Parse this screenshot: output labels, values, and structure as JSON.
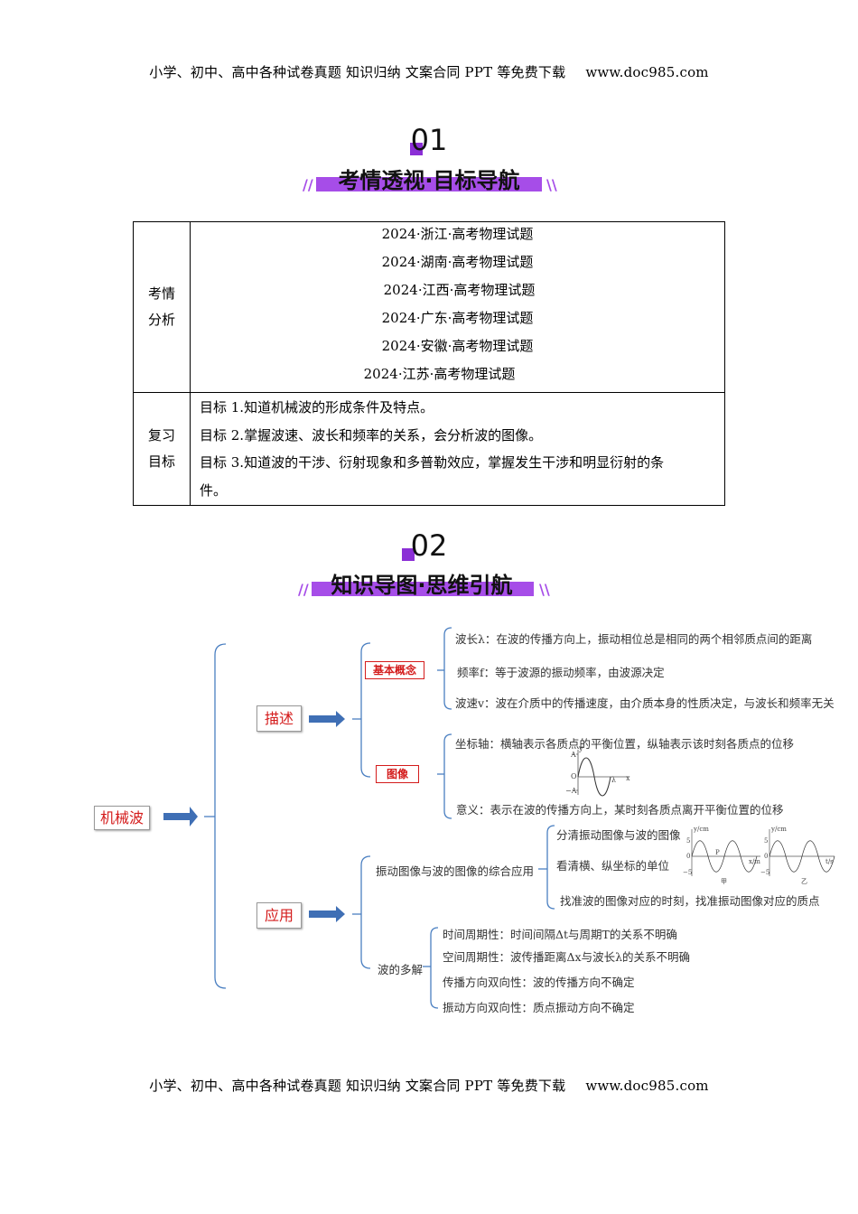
{
  "header": {
    "left": "小学、初中、高中各种试卷真题  知识归纳  文案合同  PPT 等免费下载",
    "site": "www.doc985.com"
  },
  "footer": {
    "left": "小学、初中、高中各种试卷真题  知识归纳  文案合同  PPT 等免费下载",
    "site": "www.doc985.com"
  },
  "section1": {
    "num": "01",
    "title": "考情透视·目标导航"
  },
  "section2": {
    "num": "02",
    "title": "知识导图·思维引航"
  },
  "table": {
    "row1_label": [
      "考情",
      "分析"
    ],
    "exams": [
      "2024·浙江·高考物理试题",
      "2024·湖南·高考物理试题",
      "2024·江西·高考物理试题",
      "2024·广东·高考物理试题",
      "2024·安徽·高考物理试题",
      "2024·江苏·高考物理试题"
    ],
    "row2_label": [
      "复习",
      "目标"
    ],
    "goals": [
      "目标 1.知道机械波的形成条件及特点。",
      "目标 2.掌握波速、波长和频率的关系，会分析波的图像。",
      "目标 3.知道波的干涉、衍射现象和多普勒效应，掌握发生干涉和明显衍射的条",
      "件。"
    ]
  },
  "mindmap": {
    "root": "机械波",
    "describe": "描述",
    "apply": "应用",
    "basic": "基本概念",
    "image": "图像",
    "wavelength": "波长λ：在波的传播方向上，振动相位总是相同的两个相邻质点间的距离",
    "frequency": "频率f：等于波源的振动频率，由波源决定",
    "speed": "波速v：波在介质中的传播速度，由介质本身的性质决定，与波长和频率无关",
    "axes": "坐标轴：横轴表示各质点的平衡位置，纵轴表示该时刻各质点的位移",
    "meaning": "意义：表示在波的传播方向上，某时刻各质点离开平衡位置的位移",
    "combo": "振动图像与波的图像的综合应用",
    "combo1": "分清振动图像与波的图像",
    "combo2": "看清横、纵坐标的单位",
    "combo3": "找准波的图像对应的时刻，找准振动图像对应的质点",
    "multi": "波的多解",
    "multi1": "时间周期性：时间间隔Δt与周期T的关系不明确",
    "multi2": "空间周期性：波传播距离Δx与波长λ的关系不明确",
    "multi3": "传播方向双向性：波的传播方向不确定",
    "multi4": "振动方向双向性：质点振动方向不确定",
    "graph_labels": {
      "A": "A",
      "negA": "−A",
      "O": "O",
      "y": "y",
      "x": "x",
      "lambda": "λ",
      "ycm": "y/cm",
      "xm": "x/m",
      "tm": "t/s",
      "five": "5",
      "neg5": "−5",
      "zero": "0",
      "jia": "甲",
      "yi": "乙",
      "P": "P"
    }
  }
}
